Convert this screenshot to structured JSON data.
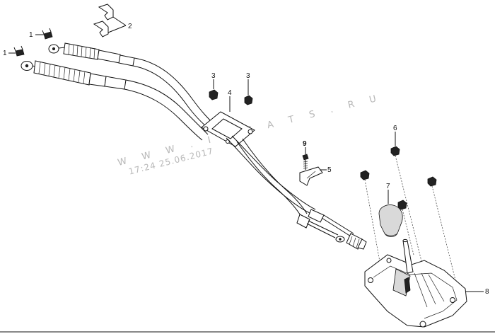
{
  "diagram": {
    "callouts": [
      "1",
      "1",
      "2",
      "3",
      "3",
      "4",
      "9",
      "5",
      "6",
      "7",
      "8"
    ],
    "watermark": {
      "site": "W W W . I L C A T S . R U",
      "timestamp": "17:24 25.06.2017"
    }
  }
}
